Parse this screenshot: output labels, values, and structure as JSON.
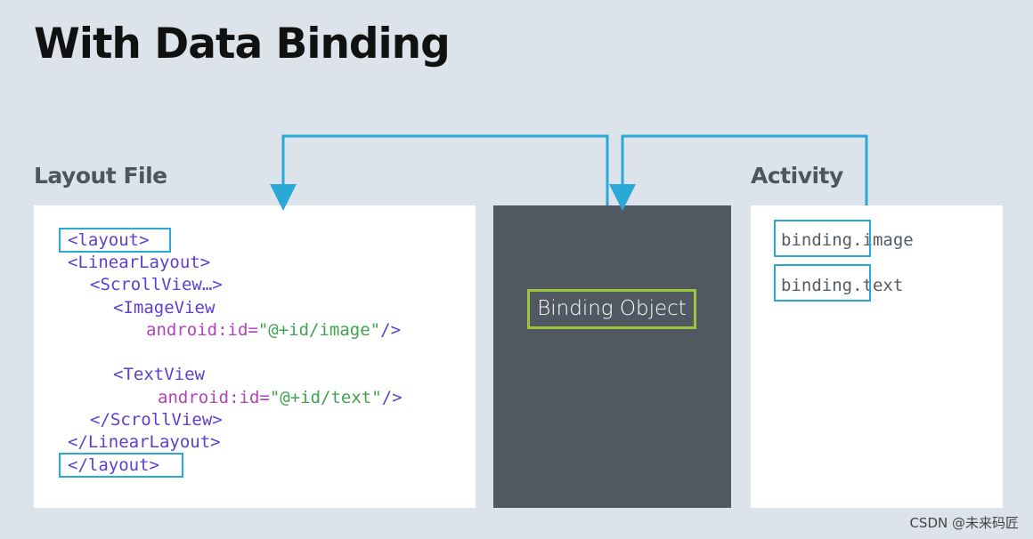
{
  "title": "With Data Binding",
  "sections": {
    "layout_label": "Layout File",
    "activity_label": "Activity"
  },
  "layout_code": {
    "line1": "<layout>",
    "line2": "<LinearLayout>",
    "line3": "<ScrollView…>",
    "line4": "<ImageView",
    "line5_attr": "android:id=",
    "line5_val": "\"@+id/image\"",
    "line5_end": "/>",
    "line6": "<TextView",
    "line7_attr": "android:id=",
    "line7_val": "\"@+id/text\"",
    "line7_end": "/>",
    "line8": "</ScrollView>",
    "line9": "</LinearLayout>",
    "line10": "</layout>"
  },
  "binding_object_label": "Binding Object",
  "activity_code": {
    "prefix1": "binding.",
    "suffix1": "image",
    "prefix2": "binding.",
    "suffix2": "text"
  },
  "colors": {
    "background": "#dde3ea",
    "panel": "#ffffff",
    "binding_panel": "#505962",
    "highlight": "#2aa8d8",
    "binding_border": "#9bc53d",
    "tag": "#5b3fd0",
    "attribute": "#b043b9",
    "string": "#3ea34e"
  },
  "watermark": "CSDN @未来码匠"
}
